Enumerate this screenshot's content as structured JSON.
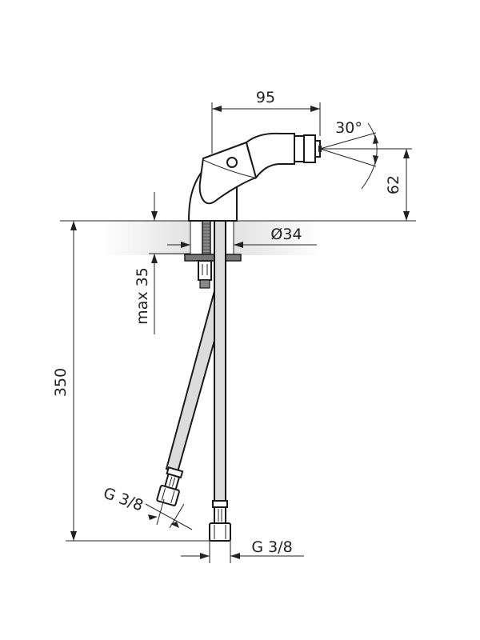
{
  "drawing": {
    "title": "Bidet mixer dimension drawing",
    "colors": {
      "line": "#222222",
      "hose_fill": "#dcdcdc",
      "counter_fill": "#e4e4e4",
      "background": "#ffffff"
    },
    "dimensions": {
      "spout_reach": "95",
      "spray_angle": "30°",
      "spout_height": "62",
      "hole_diameter": "Ø34",
      "max_counter_thickness": "max 35",
      "hose_length": "350",
      "hose_connection_left": "G 3/8",
      "hose_connection_right": "G 3/8"
    }
  }
}
